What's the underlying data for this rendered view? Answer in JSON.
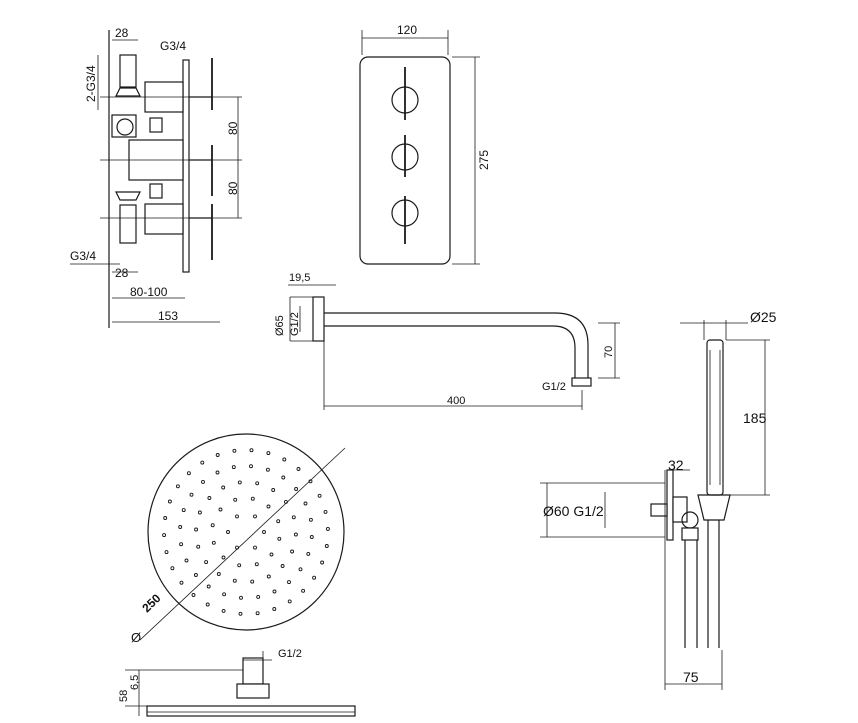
{
  "valve": {
    "top_width": "28",
    "top_thread": "G3/4",
    "side_thread": "2-G3/4",
    "spacing_upper": "80",
    "spacing_lower": "80",
    "bottom_thread": "G3/4",
    "bottom_width": "28",
    "depth_range": "80-100",
    "overall_depth": "153"
  },
  "faceplate": {
    "width": "120",
    "height": "275"
  },
  "shower_arm": {
    "flange_depth": "19,5",
    "flange_diameter": "Ø65",
    "flange_thread": "G1/2",
    "drop": "70",
    "outlet_thread": "G1/2",
    "length": "400"
  },
  "handset": {
    "diameter": "Ø25",
    "length": "185",
    "elbow_width": "32",
    "elbow_label": "Ø60 G1/2",
    "depth": "75"
  },
  "shower_head": {
    "diameter_value": "250",
    "diameter_symbol": "Ø",
    "inlet_thread": "G1/2",
    "height": "58",
    "plate_thickness": "6,5"
  }
}
